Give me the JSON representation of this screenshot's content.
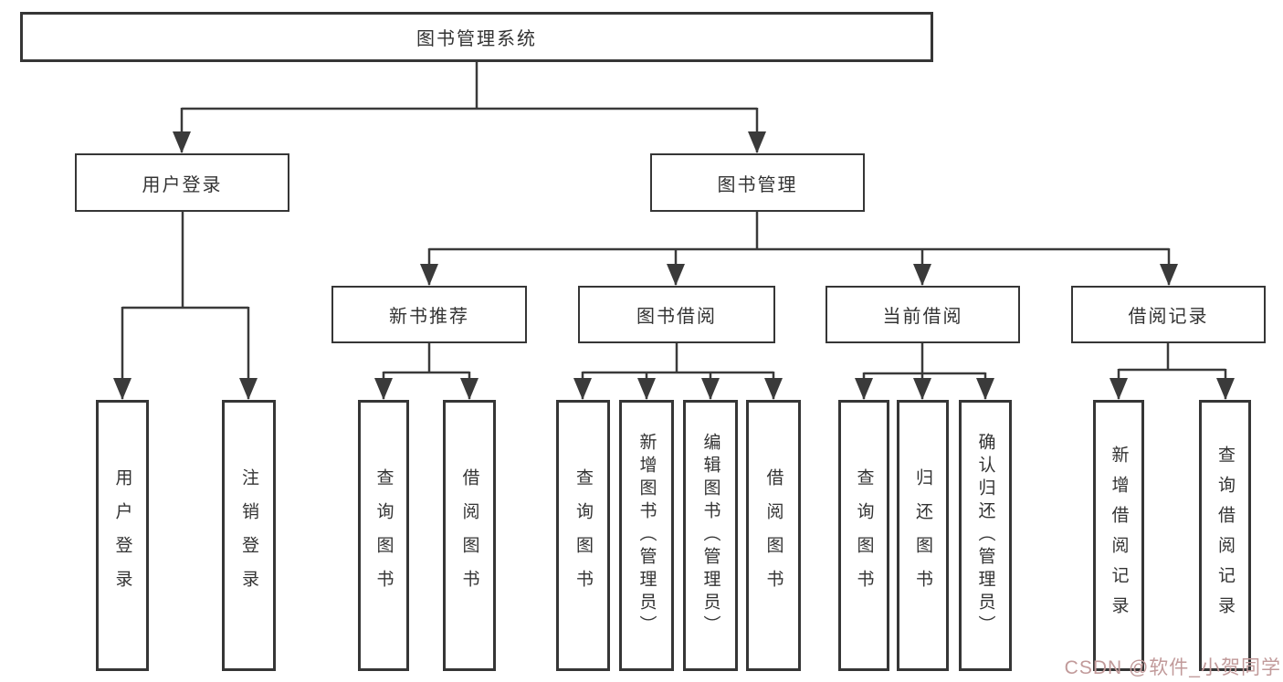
{
  "tree": {
    "root": {
      "label": "图书管理系统"
    },
    "branches": [
      {
        "label": "用户登录",
        "children": [
          {
            "label": "用户登录"
          },
          {
            "label": "注销登录"
          }
        ]
      },
      {
        "label": "图书管理",
        "children": [
          {
            "label": "新书推荐",
            "children": [
              {
                "label": "查询图书"
              },
              {
                "label": "借阅图书"
              }
            ]
          },
          {
            "label": "图书借阅",
            "children": [
              {
                "label": "查询图书"
              },
              {
                "label": "新增图书（管理员）"
              },
              {
                "label": "编辑图书（管理员）"
              },
              {
                "label": "借阅图书"
              }
            ]
          },
          {
            "label": "当前借阅",
            "children": [
              {
                "label": "查询图书"
              },
              {
                "label": "归还图书"
              },
              {
                "label": "确认归还（管理员）"
              }
            ]
          },
          {
            "label": "借阅记录",
            "children": [
              {
                "label": "新增借阅记录"
              },
              {
                "label": "查询借阅记录"
              }
            ]
          }
        ]
      }
    ]
  },
  "watermark": {
    "text": "CSDN @软件_小贺同学"
  },
  "colors": {
    "line": "#3a3a3a",
    "box_border": "#363636",
    "text": "#333333",
    "background": "#ffffff",
    "watermark": "#c19a9a"
  }
}
